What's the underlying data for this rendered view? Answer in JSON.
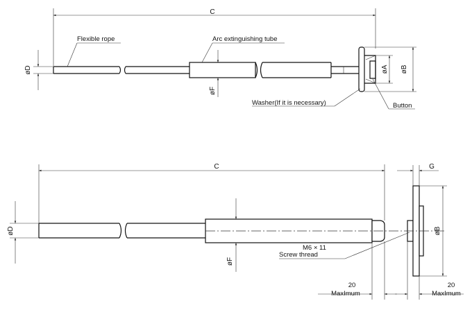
{
  "top_view": {
    "dim_c": "C",
    "dim_d": "øD",
    "dim_f": "øF",
    "dim_a": "øA",
    "dim_b": "øB",
    "label_rope": "Flexible rope",
    "label_tube": "Arc extinguishing tube",
    "label_washer": "Washer(If it is necessary)",
    "label_button": "Button"
  },
  "bottom_view": {
    "dim_c": "C",
    "dim_g": "G",
    "dim_d": "øD",
    "dim_f": "øF",
    "dim_b": "øB",
    "label_thread_size": "M6 × 11",
    "label_thread": "Screw thread",
    "dim_max_left_value": "20",
    "dim_max_left_text": "MaxImum",
    "dim_max_right_value": "20",
    "dim_max_right_text": "MaxImum"
  },
  "colors": {
    "line": "#222222",
    "background": "#ffffff"
  }
}
